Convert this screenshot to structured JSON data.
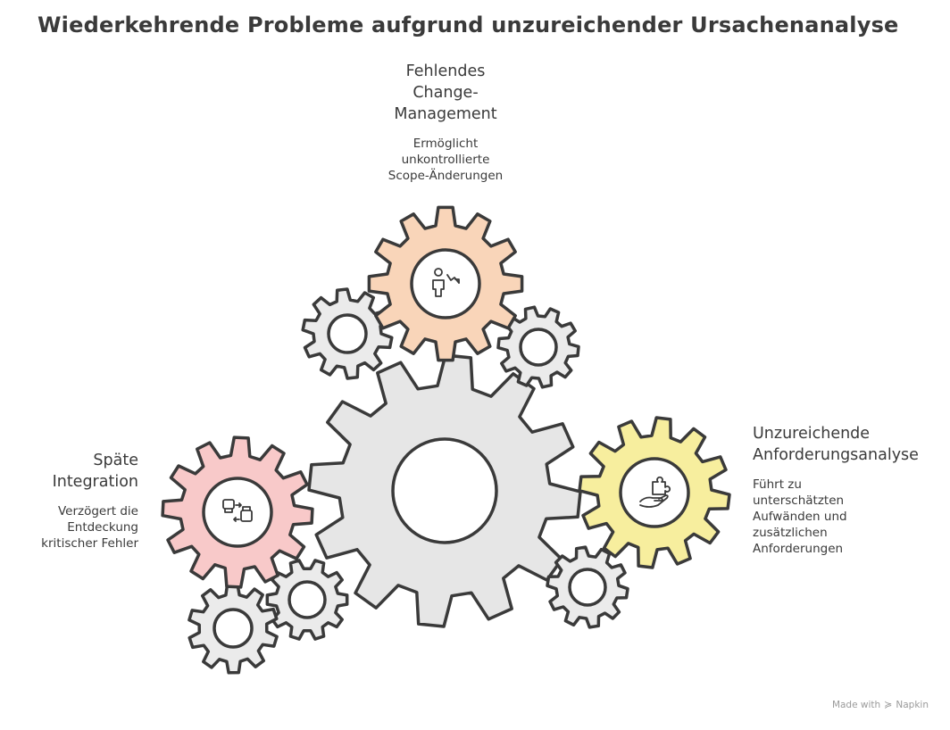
{
  "title": "Wiederkehrende Probleme aufgrund unzureichender Ursachenanalyse",
  "items": [
    {
      "title": "Fehlendes Change-Management",
      "title_lines": [
        "Fehlendes",
        "Change-",
        "Management"
      ],
      "description": "Ermöglicht unkontrollierte Scope-Änderungen",
      "desc_lines": [
        "Ermöglicht",
        "unkontrollierte",
        "Scope-Änderungen"
      ],
      "icon": "person-down-arrow-icon",
      "color": "#f9d5b9"
    },
    {
      "title": "Unzureichende Anforderungsanalyse",
      "title_lines": [
        "Unzureichende",
        "Anforderungsanalyse"
      ],
      "description": "Führt zu unterschätzten Aufwänden und zusätzlichen Anforderungen",
      "desc_lines": [
        "Führt zu",
        "unterschätzten",
        "Aufwänden und",
        "zusätzlichen",
        "Anforderungen"
      ],
      "icon": "hand-puzzle-icon",
      "color": "#f7ee9e"
    },
    {
      "title": "Späte Integration",
      "title_lines": [
        "Späte",
        "Integration"
      ],
      "description": "Verzögert die Entdeckung kritischer Fehler",
      "desc_lines": [
        "Verzögert die",
        "Entdeckung",
        "kritischer Fehler"
      ],
      "icon": "integration-icon",
      "color": "#f8c9c9"
    }
  ],
  "central_gear_color": "#e6e6e6",
  "small_gear_color": "#ebebeb",
  "watermark": {
    "prefix": "Made with",
    "brand": "Napkin"
  }
}
